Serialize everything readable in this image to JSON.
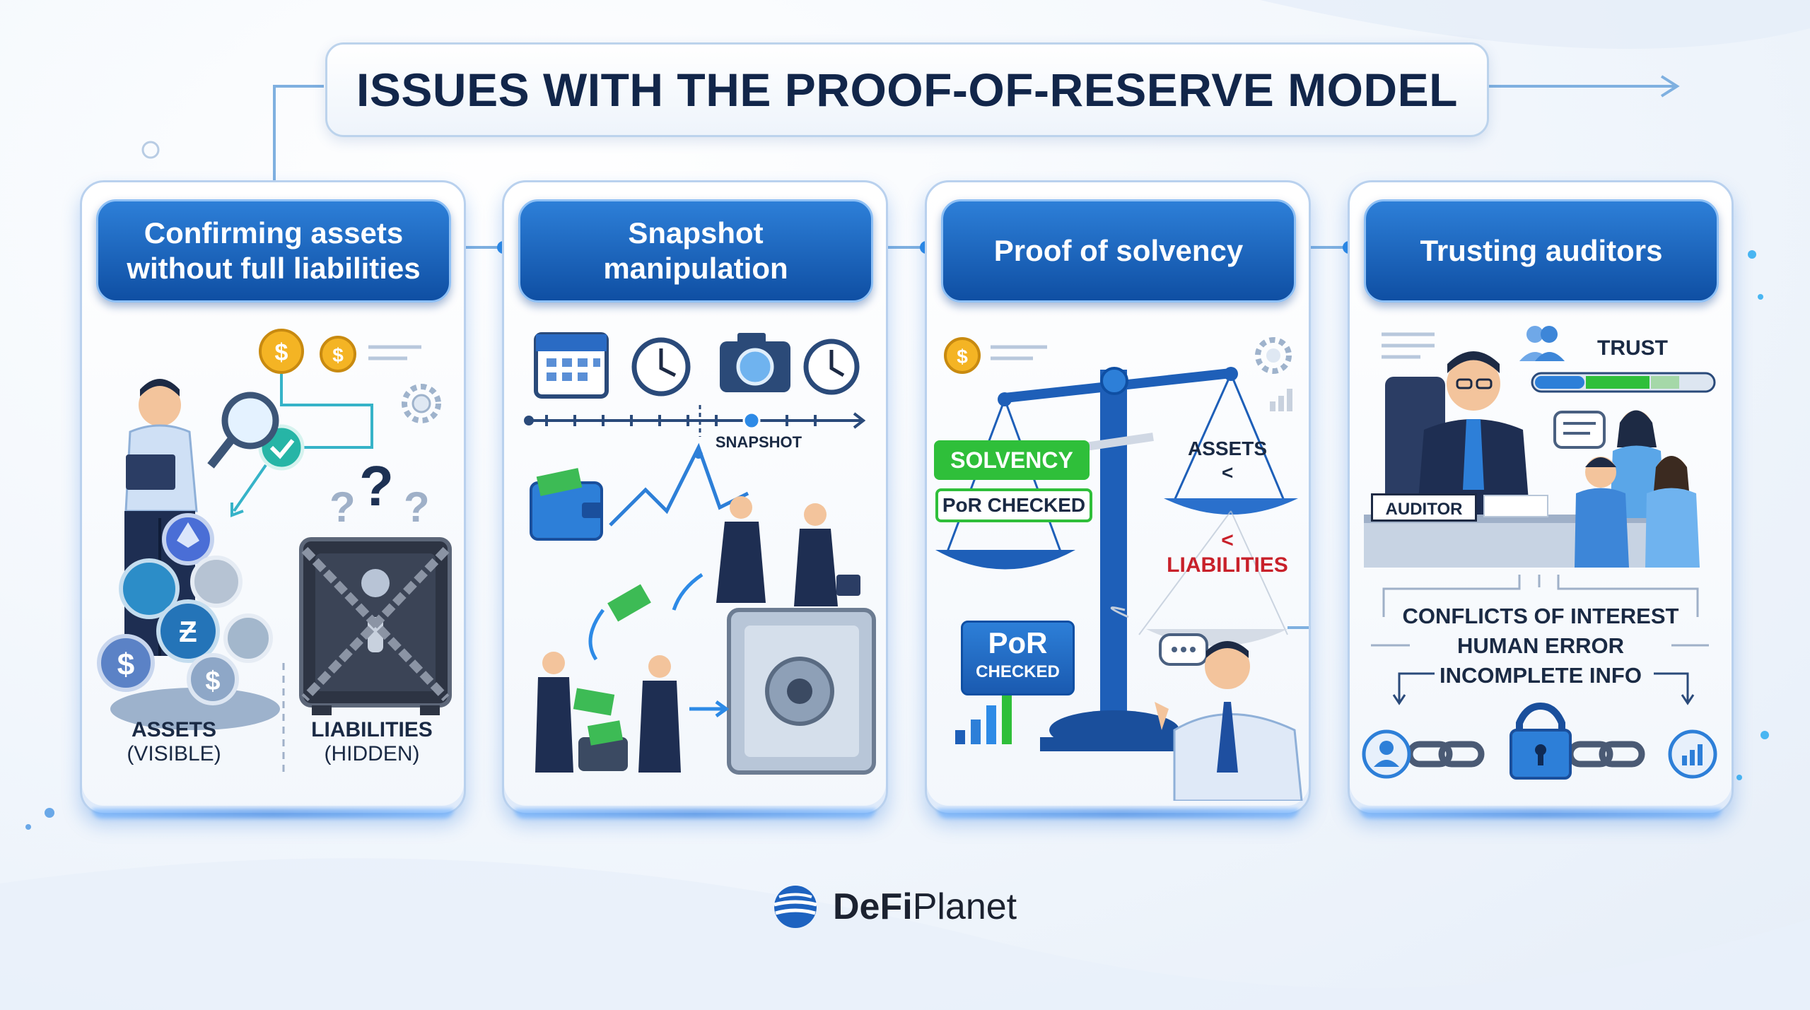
{
  "title": "ISSUES WITH THE PROOF-OF-RESERVE MODEL",
  "panels": [
    {
      "heading_line1": "Confirming assets",
      "heading_line2": "without full liabilities",
      "labels": {
        "assets": "ASSETS",
        "assets_sub": "(VISIBLE)",
        "liabilities": "LIABILITIES",
        "liabilities_sub": "(HIDDEN)"
      }
    },
    {
      "heading_line1": "Snapshot",
      "heading_line2": "manipulation",
      "labels": {
        "snapshot": "SNAPSHOT"
      }
    },
    {
      "heading": "Proof of solvency",
      "labels": {
        "solvency": "SOLVENCY",
        "por_checked": "PoR CHECKED",
        "assets": "ASSETS",
        "lt1": "<",
        "lt2": "<",
        "liabilities": "LIABILITIES",
        "por_big": "PoR",
        "por_big_sub": "CHECKED"
      }
    },
    {
      "heading": "Trusting auditors",
      "labels": {
        "trust": "TRUST",
        "auditor": "AUDITOR",
        "issue1": "CONFLICTS OF INTEREST",
        "issue2": "HUMAN ERROR",
        "issue3": "INCOMPLETE INFO"
      }
    }
  ],
  "logo": {
    "brand_bold": "DeFi",
    "brand_light": "Planet"
  },
  "colors": {
    "accent_blue": "#1e63c0",
    "header_top": "#2d7fd8",
    "header_bottom": "#0f4fa3",
    "solvency_green": "#2fbf3a",
    "liabilities_red": "#c8202a",
    "title_text": "#12264a"
  },
  "icons": [
    "coin-icon",
    "check-icon",
    "gear-icon",
    "question-icon",
    "safe-icon",
    "calendar-icon",
    "clock-icon",
    "camera-icon",
    "wallet-icon",
    "balance-scale-icon",
    "bar-chart-icon",
    "users-icon",
    "lock-icon",
    "chain-icon",
    "speech-bubble-icon",
    "defi-planet-logo-icon"
  ]
}
